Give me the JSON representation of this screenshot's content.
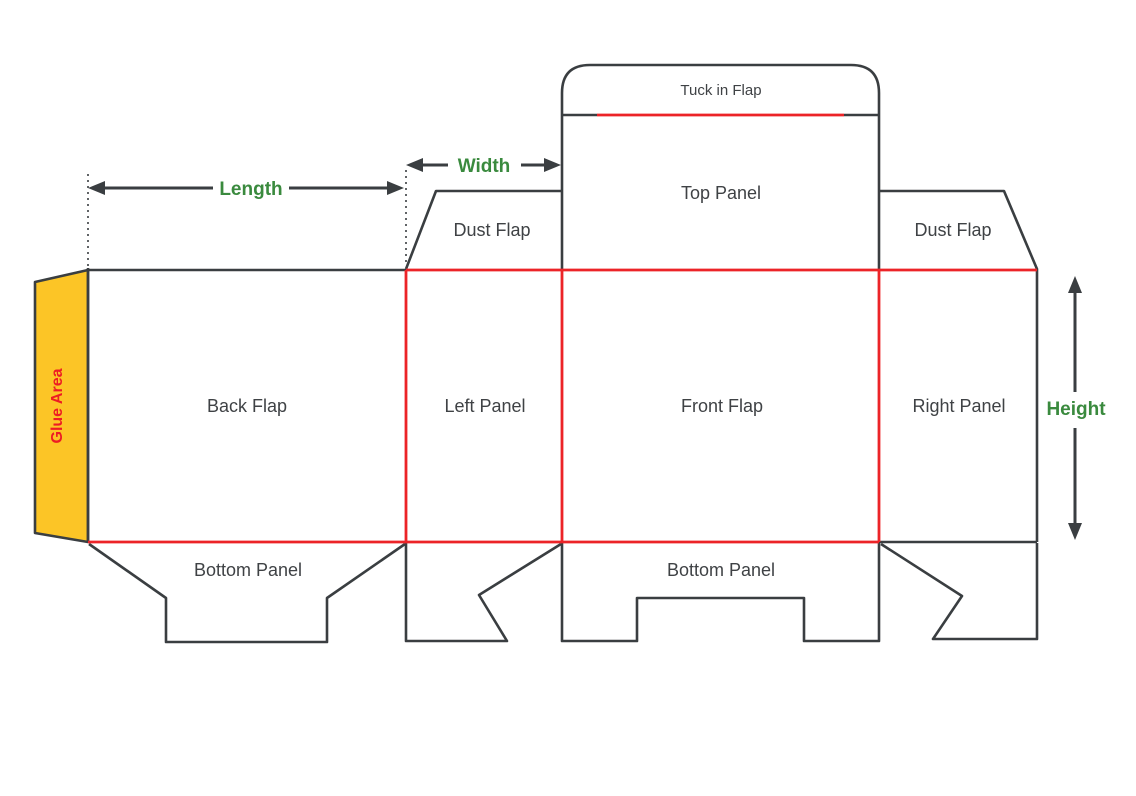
{
  "colors": {
    "background": "#ffffff",
    "cut_line": "#3a3e41",
    "fold_line": "#ec2428",
    "glue_fill": "#fcc526",
    "glue_label": "#ed1c24",
    "dimension_label": "#3a8a3e",
    "panel_label": "#3f4245"
  },
  "panels": {
    "tuck_flap": "Tuck in Flap",
    "top_panel": "Top Panel",
    "dust_flap_left": "Dust Flap",
    "dust_flap_right": "Dust Flap",
    "back_flap": "Back Flap",
    "left_panel": "Left Panel",
    "front_flap": "Front Flap",
    "right_panel": "Right Panel",
    "bottom_panel_left": "Bottom Panel",
    "bottom_panel_front": "Bottom Panel",
    "glue_area": "Glue Area"
  },
  "dimensions": {
    "length": "Length",
    "width": "Width",
    "height": "Height"
  }
}
